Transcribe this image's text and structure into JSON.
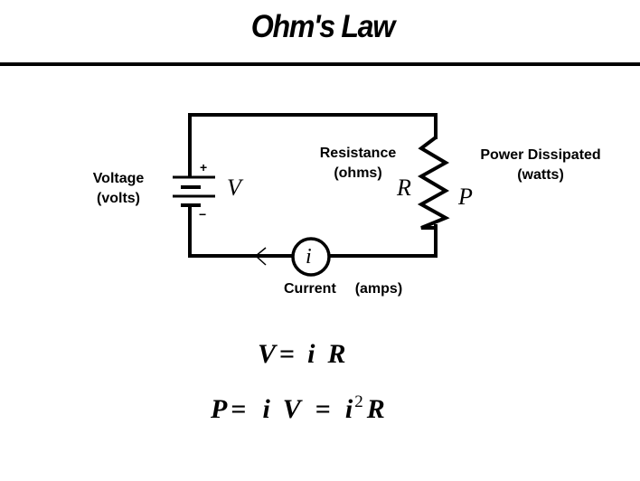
{
  "title": "Ohm's Law",
  "circuit": {
    "battery": {
      "label_line1": "Voltage",
      "label_line2": "(volts)",
      "symbol": "V",
      "plus": "+",
      "minus": "−"
    },
    "resistor": {
      "label_line1": "Resistance",
      "label_line2": "(ohms)",
      "symbol": "R"
    },
    "power": {
      "label_line1": "Power Dissipated",
      "label_line2": "(watts)",
      "symbol": "P"
    },
    "current": {
      "symbol": "i",
      "label_name": "Current",
      "label_unit": "(amps)",
      "direction": "left"
    }
  },
  "equations": [
    {
      "name": "ohms-law",
      "parts": [
        "V",
        "=",
        "i",
        "R"
      ]
    },
    {
      "name": "power-law",
      "parts": [
        "P",
        "=",
        "i",
        "V",
        "=",
        "i",
        "2",
        "R"
      ]
    }
  ]
}
